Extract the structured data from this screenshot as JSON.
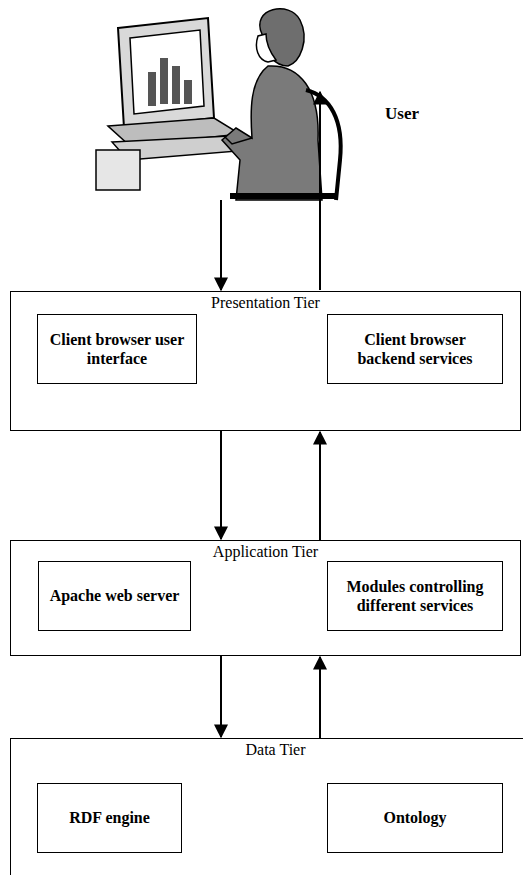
{
  "diagram": {
    "nodes": [
      {
        "text": [
          "Presentation Tier"
        ]
      },
      {
        "text": [
          "Client browser user interface"
        ],
        "in": 0
      },
      {
        "text": [
          "Client browser backend services"
        ],
        "in": 0
      },
      {
        "text": [
          "Application Tier"
        ]
      },
      {
        "text": [
          "Apache web server"
        ],
        "in": 3
      },
      {
        "text": [
          "Modules controlling different services"
        ],
        "in": 3
      },
      {
        "text": [
          "Data Tier"
        ]
      },
      {
        "text": [
          "RDF engine"
        ],
        "in": 6
      },
      {
        "text": [
          "Ontology"
        ],
        "in": 6
      }
    ],
    "edges": [
      {
        "from": 1,
        "to": 2,
        "arrow": "both"
      },
      {
        "from": 0,
        "to": 3,
        "arrow": "to"
      },
      {
        "from": 3,
        "to": 0,
        "arrow": "to"
      },
      {
        "from": 4,
        "to": 5,
        "arrow": "both"
      },
      {
        "from": 3,
        "to": 6,
        "arrow": "to"
      },
      {
        "from": 6,
        "to": 3,
        "arrow": "to"
      },
      {
        "from": 7,
        "to": 8,
        "arrow": "both"
      }
    ],
    "labels": [
      "User"
    ]
  }
}
